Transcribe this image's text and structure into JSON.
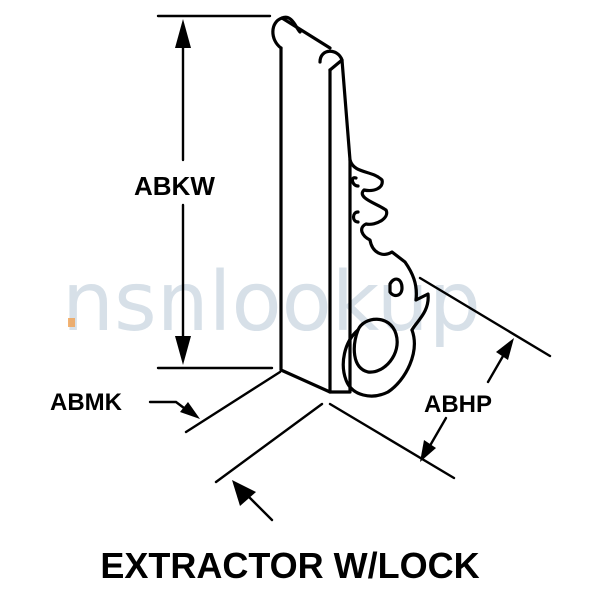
{
  "title": "EXTRACTOR W/LOCK",
  "watermark": {
    "text": "nsnlookup",
    "color": "#b7c7d6",
    "dot_color": "#f0a050"
  },
  "dimensions": [
    {
      "id": "abkw",
      "label": "ABKW"
    },
    {
      "id": "abmk",
      "label": "ABMK"
    },
    {
      "id": "abhp",
      "label": "ABHP"
    }
  ],
  "colors": {
    "line": "#000000",
    "background": "#ffffff"
  }
}
